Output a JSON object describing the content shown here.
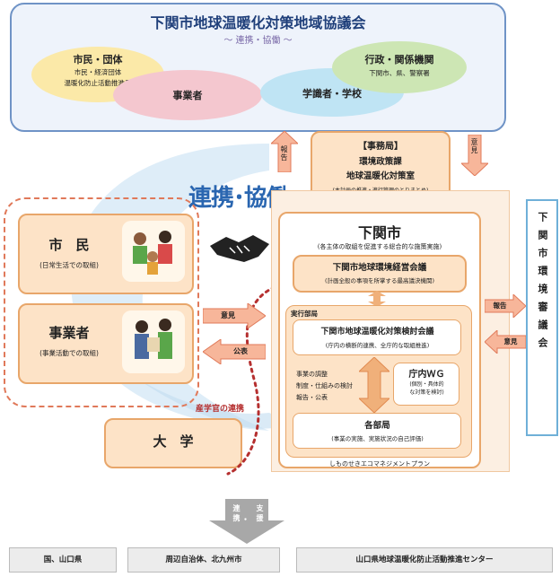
{
  "council": {
    "title": "下関市地球温暖化対策地域協議会",
    "subtitle": "～ 連携・協働 ～",
    "members": [
      {
        "name": "市民・団体",
        "detail": "市民・経済団体\n温暖化防止活動推進員"
      },
      {
        "name": "事業者",
        "detail": ""
      },
      {
        "name": "学識者・学校",
        "detail": ""
      },
      {
        "name": "行政・関係機関",
        "detail": "下関市、県、警察署"
      }
    ]
  },
  "secretariat": {
    "title": "【事務局】",
    "dept1": "環境政策課",
    "dept2": "地球温暖化対策室",
    "note": "(本計画の推進・進行管理のとりまとめ)",
    "report": "報告",
    "opinion": "意見"
  },
  "collab_label": "連携･協働",
  "citizen": {
    "name": "市　民",
    "detail": "(日常生活での取組)"
  },
  "business": {
    "name": "事業者",
    "detail": "(事業活動での取組)"
  },
  "university": {
    "name": "大　学"
  },
  "sangaku": "産学官の連携",
  "left_arrows": {
    "opinion": "意見",
    "publish": "公表"
  },
  "city": {
    "title": "下関市",
    "note": "(各主体の取組を促進する総合的な施策実施)",
    "mgmt_title": "下関市地球環境経営会議",
    "mgmt_note": "(計画全般の事項を所掌する最高議決機関)",
    "exec_label": "実行部局",
    "study_title": "下関市地球温暖化対策検討会議",
    "study_note": "(庁内の横断的連携、全庁的な取組推進)",
    "tasks": [
      "事業の調整",
      "制度・仕組みの検討",
      "報告・公表"
    ],
    "wg_title": "庁内ＷＧ",
    "wg_note": "(個別・具体的\nな対策を検討)",
    "depts_title": "各部局",
    "depts_note": "(事業の実施、実施状況の自己評価)",
    "ems": "しものせきエコマネジメントプラン"
  },
  "right_arrows": {
    "report": "報告",
    "opinion": "意見"
  },
  "council_right": "下関市環境審議会",
  "bottom_arrow": {
    "left": "連携",
    "dot": "・",
    "right": "支援"
  },
  "bottom_boxes": [
    "国、山口県",
    "周辺自治体、北九州市",
    "山口県地球温暖化防止活動推進センター"
  ],
  "colors": {
    "orange": "#e8a66a",
    "peach": "#fde3c7",
    "blue": "#6f93c6",
    "red": "#b52f2f"
  }
}
